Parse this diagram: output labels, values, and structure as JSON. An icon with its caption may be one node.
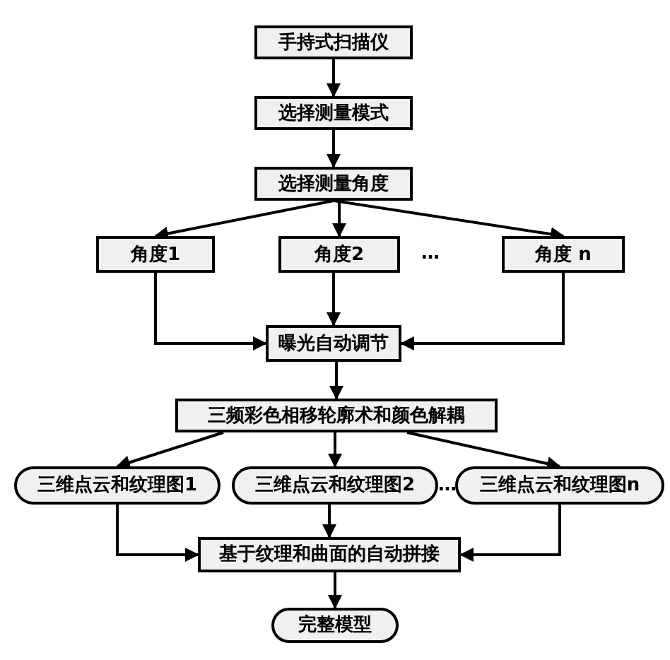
{
  "diagram": {
    "nodes": [
      {
        "text": [
          "手持式扫描仪"
        ]
      },
      {
        "text": [
          "选择测量模式"
        ]
      },
      {
        "text": [
          "选择测量角度"
        ]
      },
      {
        "text": [
          "角度1"
        ]
      },
      {
        "text": [
          "角度2"
        ]
      },
      {
        "text": [
          "角度 n"
        ]
      },
      {
        "text": [
          "曝光自动调节"
        ]
      },
      {
        "text": [
          "三频彩色相移轮廓术和颜色解耦"
        ]
      },
      {
        "text": [
          "三维点云和纹理图1"
        ]
      },
      {
        "text": [
          "三维点云和纹理图2"
        ]
      },
      {
        "text": [
          "三维点云和纹理图n"
        ]
      },
      {
        "text": [
          "基于纹理和曲面的自动拼接"
        ]
      },
      {
        "text": [
          "完整模型"
        ]
      }
    ],
    "edges": [
      {
        "from": 0,
        "to": 1,
        "arrow": "to"
      },
      {
        "from": 1,
        "to": 2,
        "arrow": "to"
      },
      {
        "from": 2,
        "to": 3,
        "arrow": "to"
      },
      {
        "from": 2,
        "to": 4,
        "arrow": "to"
      },
      {
        "from": 2,
        "to": 5,
        "arrow": "to"
      },
      {
        "from": 3,
        "to": 6,
        "arrow": "to"
      },
      {
        "from": 4,
        "to": 6,
        "arrow": "to"
      },
      {
        "from": 5,
        "to": 6,
        "arrow": "to"
      },
      {
        "from": 6,
        "to": 7,
        "arrow": "to"
      },
      {
        "from": 7,
        "to": 8,
        "arrow": "to"
      },
      {
        "from": 7,
        "to": 9,
        "arrow": "to"
      },
      {
        "from": 7,
        "to": 10,
        "arrow": "to"
      },
      {
        "from": 8,
        "to": 11,
        "arrow": "to"
      },
      {
        "from": 9,
        "to": 11,
        "arrow": "to"
      },
      {
        "from": 10,
        "to": 11,
        "arrow": "to"
      },
      {
        "from": 11,
        "to": 12,
        "arrow": "to"
      }
    ],
    "labels": [
      "…",
      "…"
    ]
  }
}
